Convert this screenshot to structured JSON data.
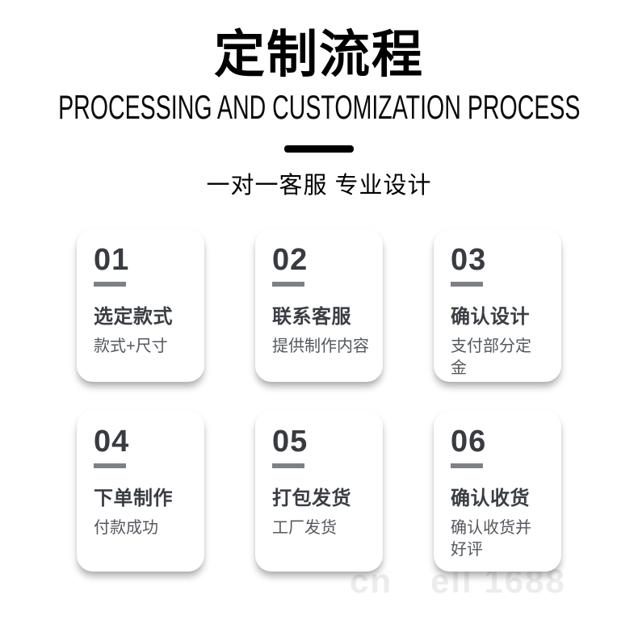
{
  "header": {
    "title": "定制流程",
    "subtitle": "PROCESSING AND CUSTOMIZATION PROCESS",
    "tagline": "一对一客服 专业设计"
  },
  "cards": [
    {
      "number": "01",
      "title": "选定款式",
      "desc": "款式+尺寸"
    },
    {
      "number": "02",
      "title": "联系客服",
      "desc": "提供制作内容"
    },
    {
      "number": "03",
      "title": "确认设计",
      "desc": "支付部分定\n金"
    },
    {
      "number": "04",
      "title": "下单制作",
      "desc": "付款成功"
    },
    {
      "number": "05",
      "title": "打包发货",
      "desc": "工厂发货"
    },
    {
      "number": "06",
      "title": "确认收货",
      "desc": "确认收货并\n好评"
    }
  ],
  "watermark": {
    "fragment_left": "cn",
    "fragment_right": "ell 1688"
  },
  "colors": {
    "page_background": "#ffffff",
    "title_text": "#000000",
    "card_number": "#383c42",
    "card_bar": "#7d8084",
    "card_title": "#3a3e44",
    "card_desc": "#54585e",
    "divider": "#000000",
    "watermark": "#ececec"
  }
}
